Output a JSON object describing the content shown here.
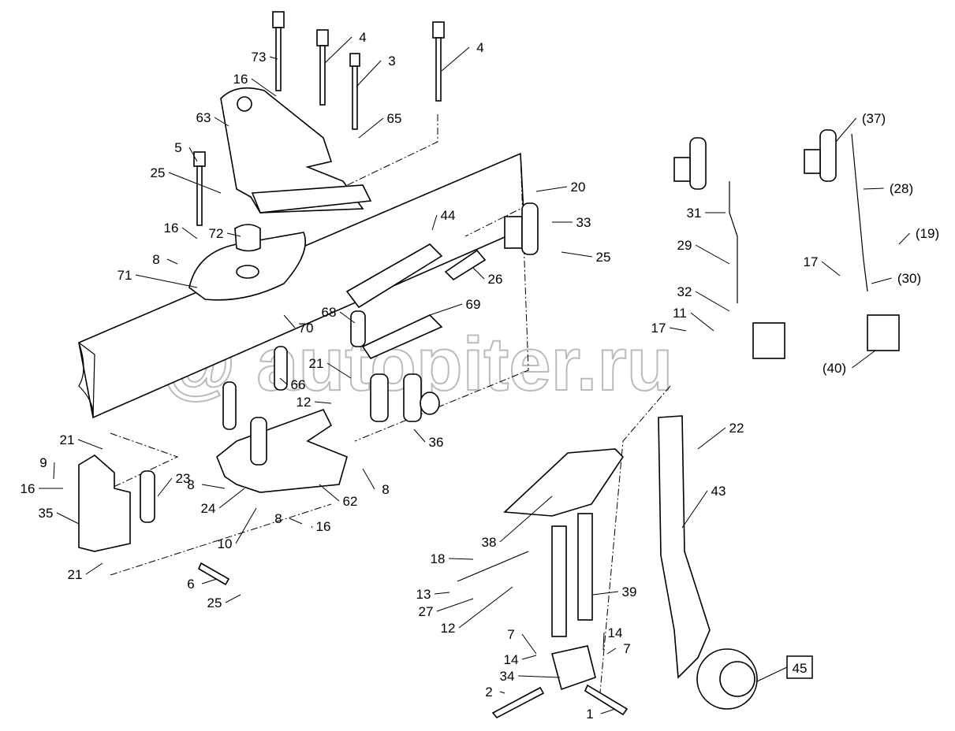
{
  "diagram": {
    "watermark": "autopiter.ru",
    "callouts": [
      "73",
      "4",
      "3",
      "4",
      "16",
      "63",
      "65",
      "5",
      "25",
      "20",
      "44",
      "33",
      "16",
      "72",
      "25",
      "8",
      "71",
      "26",
      "29",
      "31",
      "(37)",
      "(28)",
      "(19)",
      "17",
      "(30)",
      "32",
      "11",
      "17",
      "69",
      "68",
      "70",
      "21",
      "66",
      "12",
      "(40)",
      "22",
      "36",
      "21",
      "9",
      "16",
      "23",
      "35",
      "8",
      "24",
      "62",
      "8",
      "8",
      "16",
      "10",
      "43",
      "38",
      "18",
      "13",
      "27",
      "12",
      "39",
      "21",
      "6",
      "25",
      "7",
      "14",
      "14",
      "7",
      "34",
      "2",
      "1"
    ],
    "boxed_callout": "45"
  }
}
